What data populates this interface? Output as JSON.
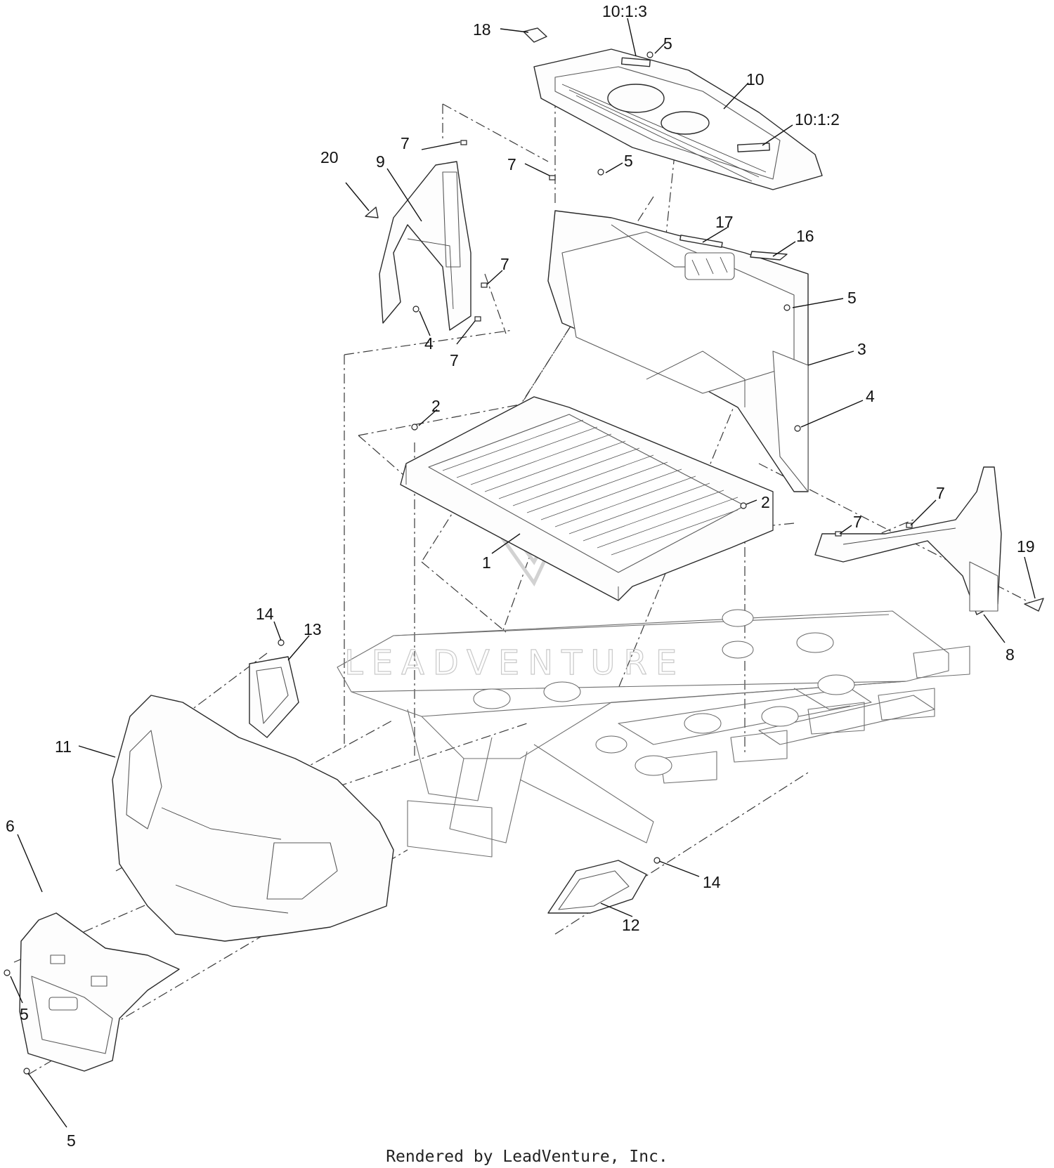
{
  "footer": {
    "credit": "Rendered by LeadVenture, Inc."
  },
  "watermark": {
    "text": "LEADVENTURE"
  },
  "callouts": [
    {
      "id": "c-10-1-3",
      "label": "10:1:3"
    },
    {
      "id": "c-18",
      "label": "18"
    },
    {
      "id": "c-5a",
      "label": "5"
    },
    {
      "id": "c-10",
      "label": "10"
    },
    {
      "id": "c-10-1-2",
      "label": "10:1:2"
    },
    {
      "id": "c-7a",
      "label": "7"
    },
    {
      "id": "c-7b",
      "label": "7"
    },
    {
      "id": "c-5b",
      "label": "5"
    },
    {
      "id": "c-20",
      "label": "20"
    },
    {
      "id": "c-9",
      "label": "9"
    },
    {
      "id": "c-17",
      "label": "17"
    },
    {
      "id": "c-16",
      "label": "16"
    },
    {
      "id": "c-7c",
      "label": "7"
    },
    {
      "id": "c-5c",
      "label": "5"
    },
    {
      "id": "c-4a",
      "label": "4"
    },
    {
      "id": "c-7d",
      "label": "7"
    },
    {
      "id": "c-3",
      "label": "3"
    },
    {
      "id": "c-4b",
      "label": "4"
    },
    {
      "id": "c-2a",
      "label": "2"
    },
    {
      "id": "c-2b",
      "label": "2"
    },
    {
      "id": "c-7e",
      "label": "7"
    },
    {
      "id": "c-7f",
      "label": "7"
    },
    {
      "id": "c-19",
      "label": "19"
    },
    {
      "id": "c-1",
      "label": "1"
    },
    {
      "id": "c-14a",
      "label": "14"
    },
    {
      "id": "c-13",
      "label": "13"
    },
    {
      "id": "c-8",
      "label": "8"
    },
    {
      "id": "c-11",
      "label": "11"
    },
    {
      "id": "c-6",
      "label": "6"
    },
    {
      "id": "c-14b",
      "label": "14"
    },
    {
      "id": "c-12",
      "label": "12"
    },
    {
      "id": "c-5d",
      "label": "5"
    },
    {
      "id": "c-5e",
      "label": "5"
    }
  ]
}
